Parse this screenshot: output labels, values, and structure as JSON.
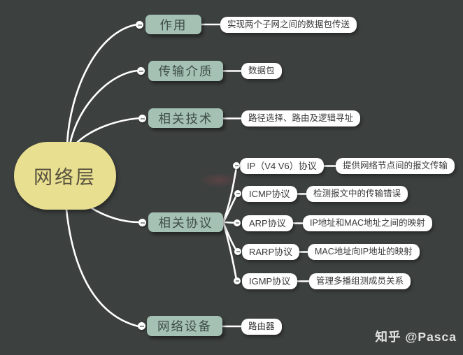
{
  "app": {
    "type": "mindmap-screenshot"
  },
  "mindmap": {
    "root": "网络层",
    "branches": [
      {
        "label": "作用",
        "detail": "实现两个子网之间的数据包传送"
      },
      {
        "label": "传输介质",
        "detail": "数据包"
      },
      {
        "label": "相关技术",
        "detail": "路径选择、路由及逻辑寻址"
      },
      {
        "label": "相关协议",
        "children": [
          {
            "label": "IP（V4 V6）协议",
            "detail": "提供网络节点间的报文传输"
          },
          {
            "label": "ICMP协议",
            "detail": "检测报文中的传输错误"
          },
          {
            "label": "ARP协议",
            "detail": "IP地址和MAC地址之间的映射"
          },
          {
            "label": "RARP协议",
            "detail": "MAC地址向IP地址的映射"
          },
          {
            "label": "IGMP协议",
            "detail": "管理多播组测成员关系"
          }
        ]
      },
      {
        "label": "网络设备",
        "detail": "路由器"
      }
    ]
  },
  "icons": {
    "collapse": "−"
  },
  "watermark": {
    "text": "知乎 @Pasca"
  },
  "colors": {
    "background": "#3c403f",
    "root_fill": "#e9df90",
    "branch_fill": "#a5c1b4",
    "detail_fill": "#ffffff",
    "connector": "#ffffff"
  }
}
